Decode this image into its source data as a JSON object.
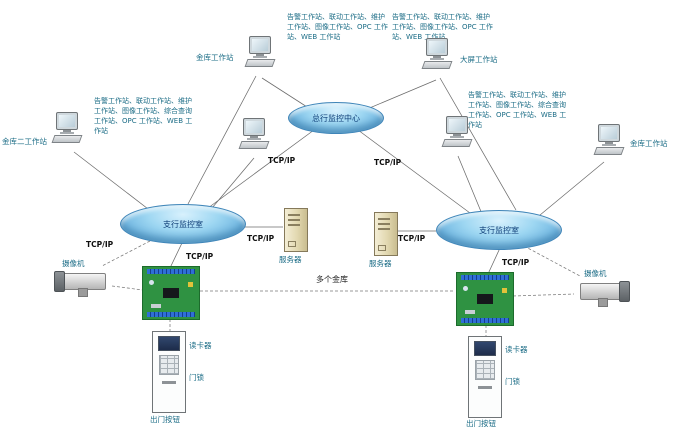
{
  "diagram": {
    "clouds": {
      "center": "总行监控中心",
      "left": "支行监控室",
      "right": "支行监控室"
    },
    "notes": {
      "top_left": "告警工作站、联动工作站、维护工作站、图像工作站、OPC 工作站、WEB 工作站",
      "top_right": "告警工作站、联动工作站、维护工作站、图像工作站、OPC 工作站、WEB 工作站",
      "left": "告警工作站、联动工作站、维护工作站、图像工作站、综合查询工作站、OPC 工作站、WEB 工作站",
      "right": "告警工作站、联动工作站、维护工作站、图像工作站、综合查询工作站、OPC 工作站、WEB 工作站"
    },
    "workstations": {
      "top_left_label": "金库工作站",
      "top_right_label": "大屏工作站",
      "left_label": "金库二工作站",
      "right_label": "金库工作站"
    },
    "servers": {
      "left": "服务器",
      "right": "服务器"
    },
    "tcpip": "TCP/IP",
    "multi_vault": "多个金库",
    "cameras": {
      "left": "摄像机",
      "right": "摄像机"
    },
    "door_left": {
      "reader": "读卡器",
      "lock": "门锁",
      "button": "出门按钮"
    },
    "door_right": {
      "reader": "读卡器",
      "lock": "门锁",
      "button": "出门按钮"
    }
  }
}
